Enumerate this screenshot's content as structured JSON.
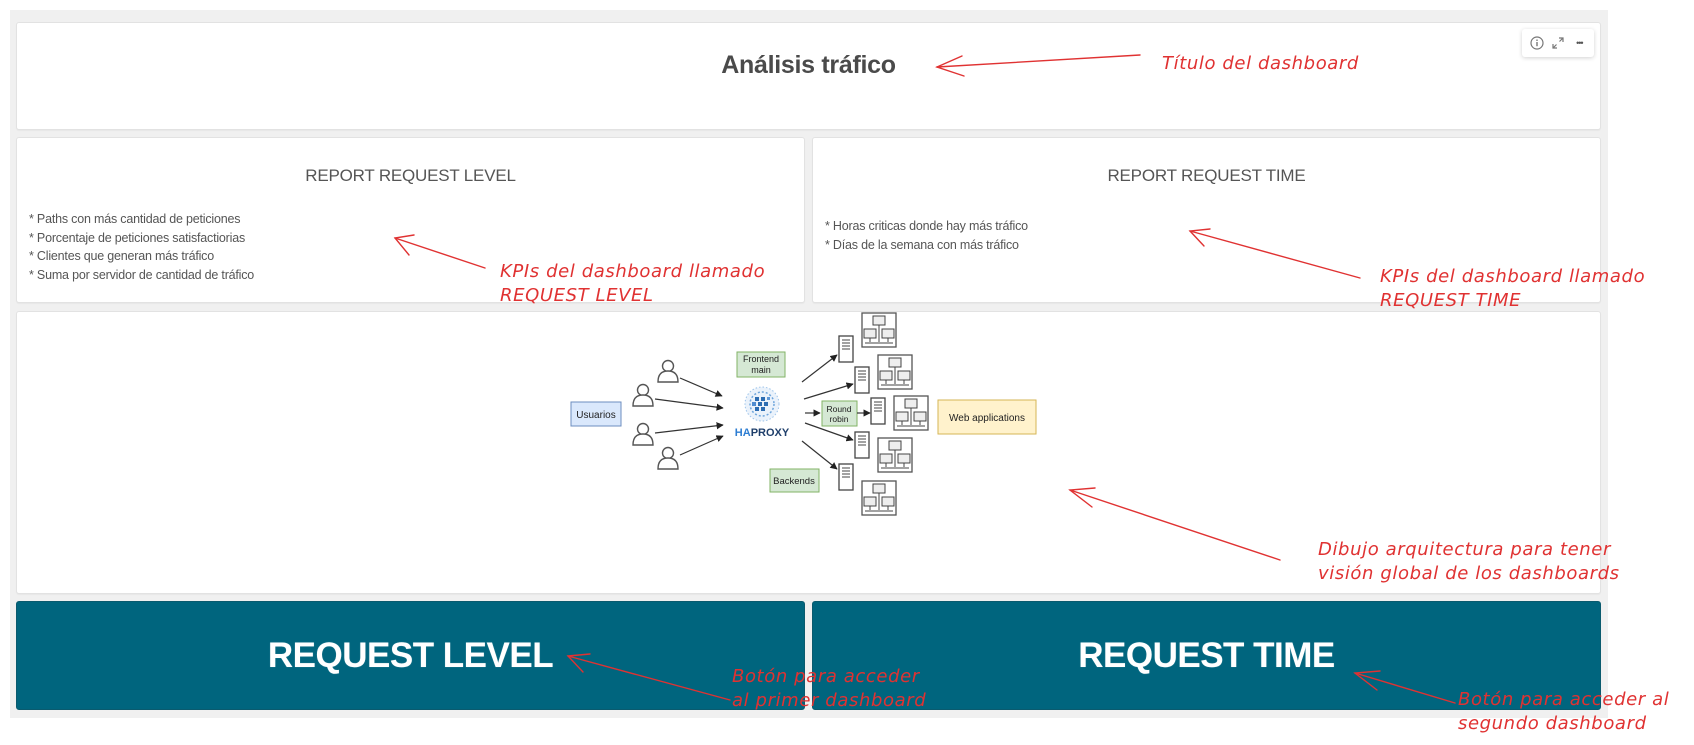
{
  "dashboard": {
    "title": "Análisis tráfico",
    "toolbar": {
      "info_icon": "info-circle-icon",
      "expand_icon": "expand-icon",
      "more_icon": "more-horizontal-icon",
      "more_glyph": "•••"
    }
  },
  "kpi_panels": [
    {
      "title": "REPORT REQUEST LEVEL",
      "items": [
        "* Paths con más cantidad de peticiones",
        "* Porcentaje de peticiones satisfactiorias",
        "* Clientes que generan más tráfico",
        "* Suma por servidor de cantidad de tráfico"
      ]
    },
    {
      "title": "REPORT REQUEST TIME",
      "items": [
        "* Horas criticas donde hay más tráfico",
        "* Días de la semana con más tráfico"
      ]
    }
  ],
  "diagram": {
    "users_label": "Usuarios",
    "frontend_label_line1": "Frontend",
    "frontend_label_line2": "main",
    "haproxy_label_ha": "HA",
    "haproxy_label_proxy": "PROXY",
    "roundrobin_line1": "Round",
    "roundrobin_line2": "robin",
    "backends_label": "Backends",
    "webapps_label": "Web applications",
    "colors": {
      "users_box": "#dae8fc",
      "users_border": "#6c8ebf",
      "green_box": "#d5e8d4",
      "green_border": "#82b366",
      "yellow_box": "#fff2cc",
      "yellow_border": "#d6b656",
      "haproxy_blue": "#1f6fb5"
    }
  },
  "nav_buttons": [
    {
      "label": "REQUEST LEVEL"
    },
    {
      "label": "REQUEST TIME"
    }
  ],
  "annotations": {
    "title_note": "Título del dashboard",
    "level_note_line1": "KPIs del dashboard llamado",
    "level_note_line2": "REQUEST LEVEL",
    "time_note_line1": "KPIs del dashboard llamado",
    "time_note_line2": "REQUEST TIME",
    "diagram_note_line1": "Dibujo arquitectura para tener",
    "diagram_note_line2": "visión global de los dashboards",
    "btn1_note_line1": "Botón para acceder",
    "btn1_note_line2": "al primer dashboard",
    "btn2_note_line1": "Botón para acceder al",
    "btn2_note_line2": "segundo dashboard",
    "color": "#e03232"
  },
  "theme": {
    "background": "#f0f0f0",
    "button_color": "#00657e",
    "text_color": "#555555"
  }
}
